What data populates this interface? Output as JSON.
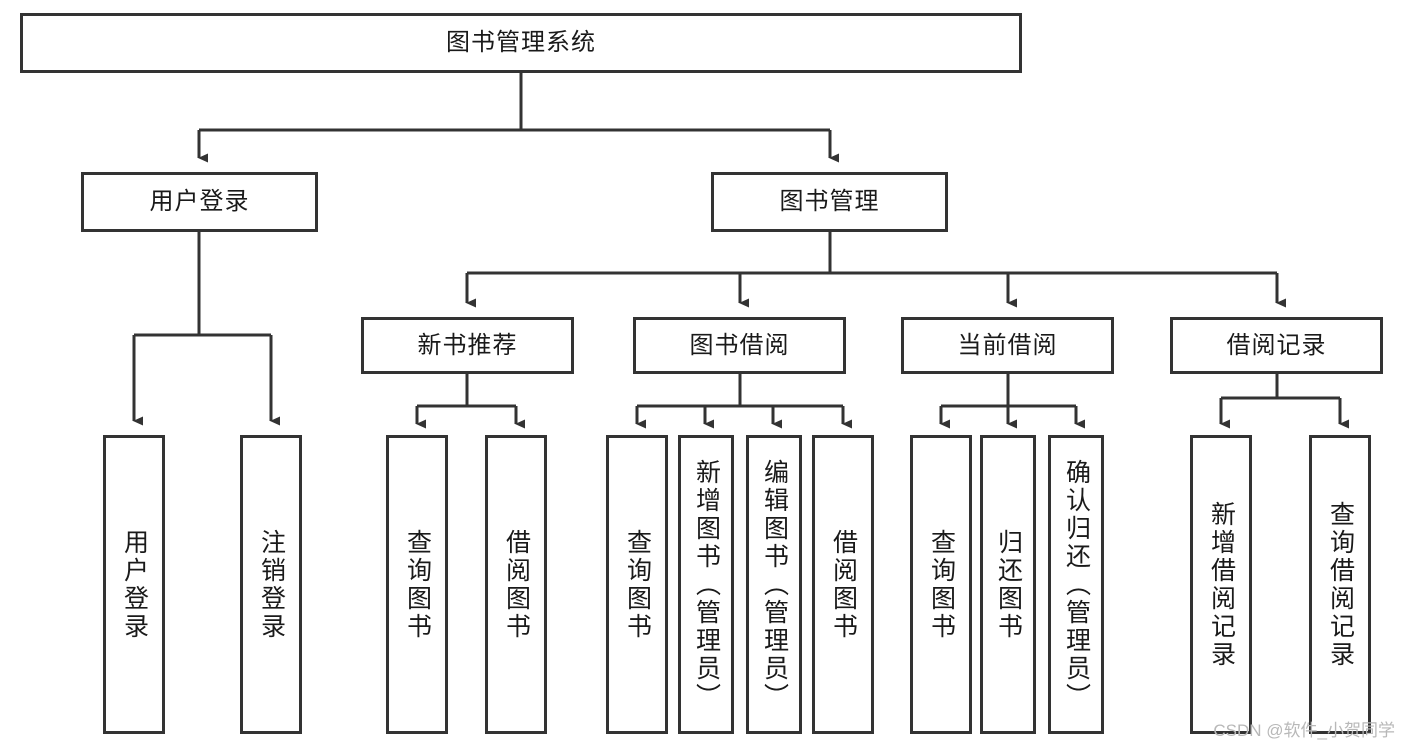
{
  "diagram": {
    "title": "图书管理系统",
    "type": "tree-hierarchy",
    "orientation": "top-down",
    "stroke_color": "#333333",
    "background_color": "#ffffff",
    "root": {
      "id": "root",
      "label": "图书管理系统",
      "text_direction": "horizontal"
    },
    "level2": [
      {
        "id": "user-login",
        "label": "用户登录",
        "text_direction": "horizontal"
      },
      {
        "id": "book-management",
        "label": "图书管理",
        "text_direction": "horizontal"
      }
    ],
    "level3": [
      {
        "id": "new-book-recommend",
        "label": "新书推荐",
        "parent": "book-management",
        "text_direction": "horizontal"
      },
      {
        "id": "book-borrow",
        "label": "图书借阅",
        "parent": "book-management",
        "text_direction": "horizontal"
      },
      {
        "id": "current-borrow",
        "label": "当前借阅",
        "parent": "book-management",
        "text_direction": "horizontal"
      },
      {
        "id": "borrow-record",
        "label": "借阅记录",
        "parent": "book-management",
        "text_direction": "horizontal"
      }
    ],
    "leaves": [
      {
        "id": "leaf-user-login",
        "label": "用户登录",
        "parent": "user-login",
        "text_direction": "vertical"
      },
      {
        "id": "leaf-user-logout",
        "label": "注销登录",
        "parent": "user-login",
        "text_direction": "vertical"
      },
      {
        "id": "leaf-query-book-1",
        "label": "查询图书",
        "parent": "new-book-recommend",
        "text_direction": "vertical"
      },
      {
        "id": "leaf-borrow-book-1",
        "label": "借阅图书",
        "parent": "new-book-recommend",
        "text_direction": "vertical"
      },
      {
        "id": "leaf-query-book-2",
        "label": "查询图书",
        "parent": "book-borrow",
        "text_direction": "vertical"
      },
      {
        "id": "leaf-add-book",
        "label": "新增图书（管理员）",
        "parent": "book-borrow",
        "text_direction": "vertical"
      },
      {
        "id": "leaf-edit-book",
        "label": "编辑图书（管理员）",
        "parent": "book-borrow",
        "text_direction": "vertical"
      },
      {
        "id": "leaf-borrow-book-2",
        "label": "借阅图书",
        "parent": "book-borrow",
        "text_direction": "vertical"
      },
      {
        "id": "leaf-query-book-3",
        "label": "查询图书",
        "parent": "current-borrow",
        "text_direction": "vertical"
      },
      {
        "id": "leaf-return-book",
        "label": "归还图书",
        "parent": "current-borrow",
        "text_direction": "vertical"
      },
      {
        "id": "leaf-confirm-return",
        "label": "确认归还（管理员）",
        "parent": "current-borrow",
        "text_direction": "vertical"
      },
      {
        "id": "leaf-add-record",
        "label": "新增借阅记录",
        "parent": "borrow-record",
        "text_direction": "vertical"
      },
      {
        "id": "leaf-query-record",
        "label": "查询借阅记录",
        "parent": "borrow-record",
        "text_direction": "vertical"
      }
    ]
  },
  "watermark": {
    "text": "CSDN @软件_小贺同学"
  }
}
